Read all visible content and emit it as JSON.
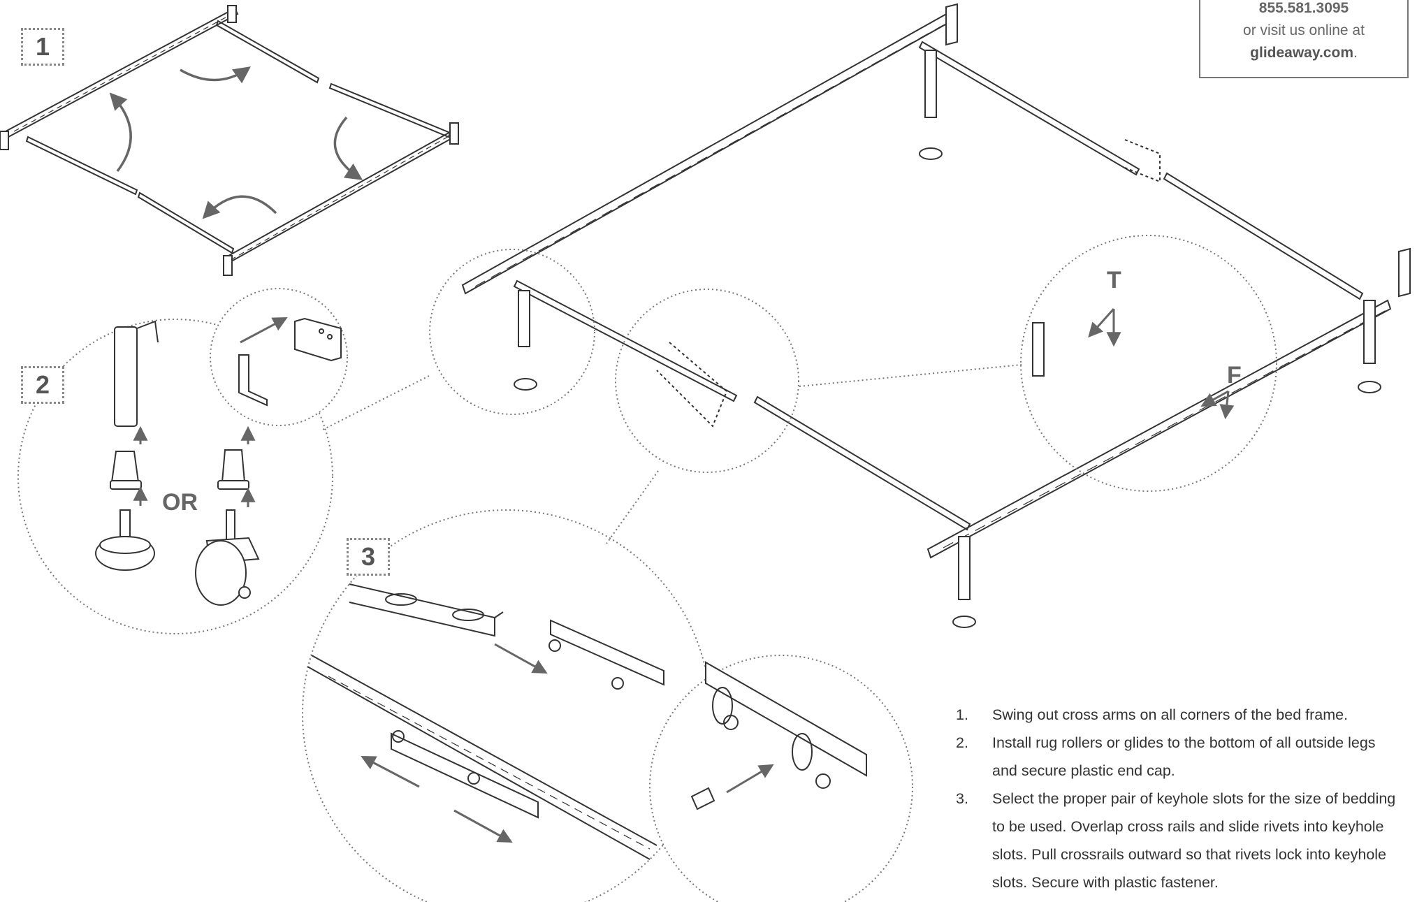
{
  "steps": {
    "step1": "1",
    "step2": "2",
    "step3": "3"
  },
  "contact": {
    "phone": "855.581.3095",
    "line2": "or visit us online at",
    "site": "glideaway.com",
    "site_suffix": "."
  },
  "labels": {
    "or": "OR",
    "t": "T",
    "f": "F"
  },
  "instructions": [
    {
      "num": "1.",
      "text": "Swing out cross arms on all corners of the bed frame."
    },
    {
      "num": "2.",
      "text": "Install rug rollers or glides to the bottom of all outside legs and secure plastic end cap."
    },
    {
      "num": "3.",
      "text": "Select the proper pair of keyhole slots for the size of bedding to be used. Overlap cross rails and slide rivets into keyhole slots. Pull crossrails outward so that rivets lock into keyhole slots. Secure with plastic fastener."
    }
  ],
  "colors": {
    "line": "#333333",
    "arrow": "#666666",
    "dotted": "#777777",
    "text": "#555555"
  }
}
